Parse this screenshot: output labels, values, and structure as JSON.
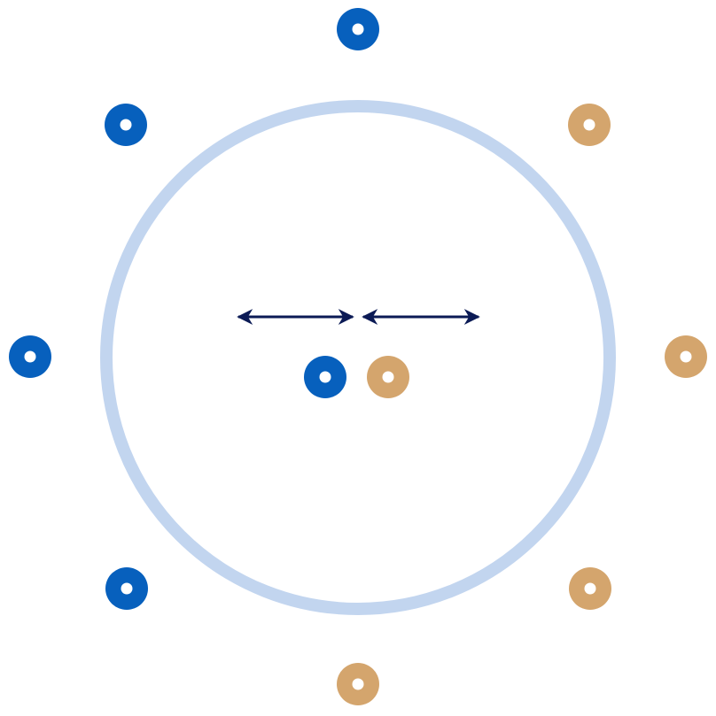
{
  "colors": {
    "background": "#ffffff",
    "ring": "#c2d5ef",
    "blue": "#0760bd",
    "tan": "#d4a56d",
    "arrow": "#0b1a55",
    "dot_center": "#ffffff"
  },
  "ring": {
    "name": "large-ring"
  },
  "markers": [
    {
      "name": "top-marker",
      "color": "blue"
    },
    {
      "name": "upper-left-marker",
      "color": "blue"
    },
    {
      "name": "upper-right-marker",
      "color": "tan"
    },
    {
      "name": "left-marker",
      "color": "blue"
    },
    {
      "name": "right-marker",
      "color": "tan"
    },
    {
      "name": "lower-left-marker",
      "color": "blue"
    },
    {
      "name": "lower-right-marker",
      "color": "tan"
    },
    {
      "name": "bottom-marker",
      "color": "tan"
    },
    {
      "name": "center-blue-marker",
      "color": "blue"
    },
    {
      "name": "center-tan-marker",
      "color": "tan"
    }
  ],
  "arrows": [
    {
      "name": "left-double-arrow",
      "direction": "both"
    },
    {
      "name": "right-double-arrow",
      "direction": "both"
    }
  ]
}
